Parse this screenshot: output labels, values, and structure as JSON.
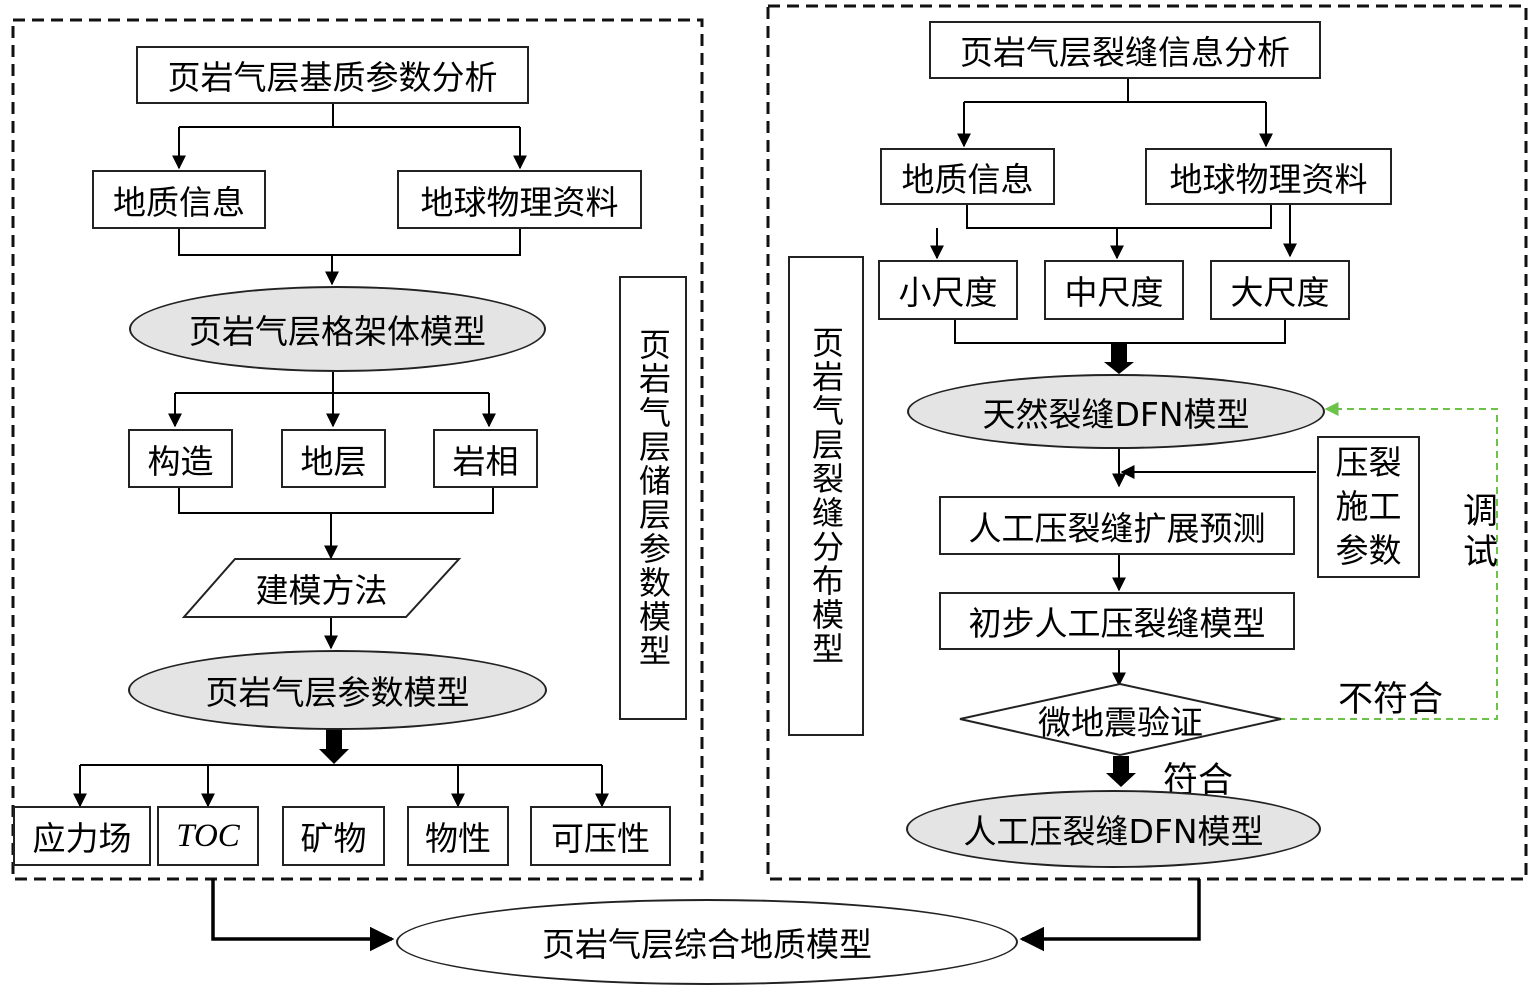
{
  "left": {
    "top": "页岩气层基质参数分析",
    "geo": "地质信息",
    "geophys": "地球物理资料",
    "framework": "页岩气层格架体模型",
    "structure": "构造",
    "strata": "地层",
    "facies": "岩相",
    "method": "建模方法",
    "param_model": "页岩气层参数模型",
    "stress": "应力场",
    "toc": "TOC",
    "mineral": "矿物",
    "physical": "物性",
    "fracability": "可压性",
    "side_label": "页岩气层储层参数模型"
  },
  "right": {
    "top": "页岩气层裂缝信息分析",
    "geo": "地质信息",
    "geophys": "地球物理资料",
    "small": "小尺度",
    "medium": "中尺度",
    "large": "大尺度",
    "natural_dfn": "天然裂缝DFN模型",
    "frac_params": [
      "压裂",
      "施工",
      "参数"
    ],
    "prediction": "人工压裂缝扩展预测",
    "prelim": "初步人工压裂缝模型",
    "microseismic": "微地震验证",
    "mismatch": "不符合",
    "match": "符合",
    "debug": "调试",
    "artificial_dfn": "人工压裂缝DFN模型",
    "side_label": "页岩气层裂缝分布模型"
  },
  "bottom": {
    "integrated": "页岩气层综合地质模型"
  },
  "colors": {
    "feedback": "#6dc24a",
    "ellipse_fill": "#e4e4e4",
    "line": "#000000"
  }
}
